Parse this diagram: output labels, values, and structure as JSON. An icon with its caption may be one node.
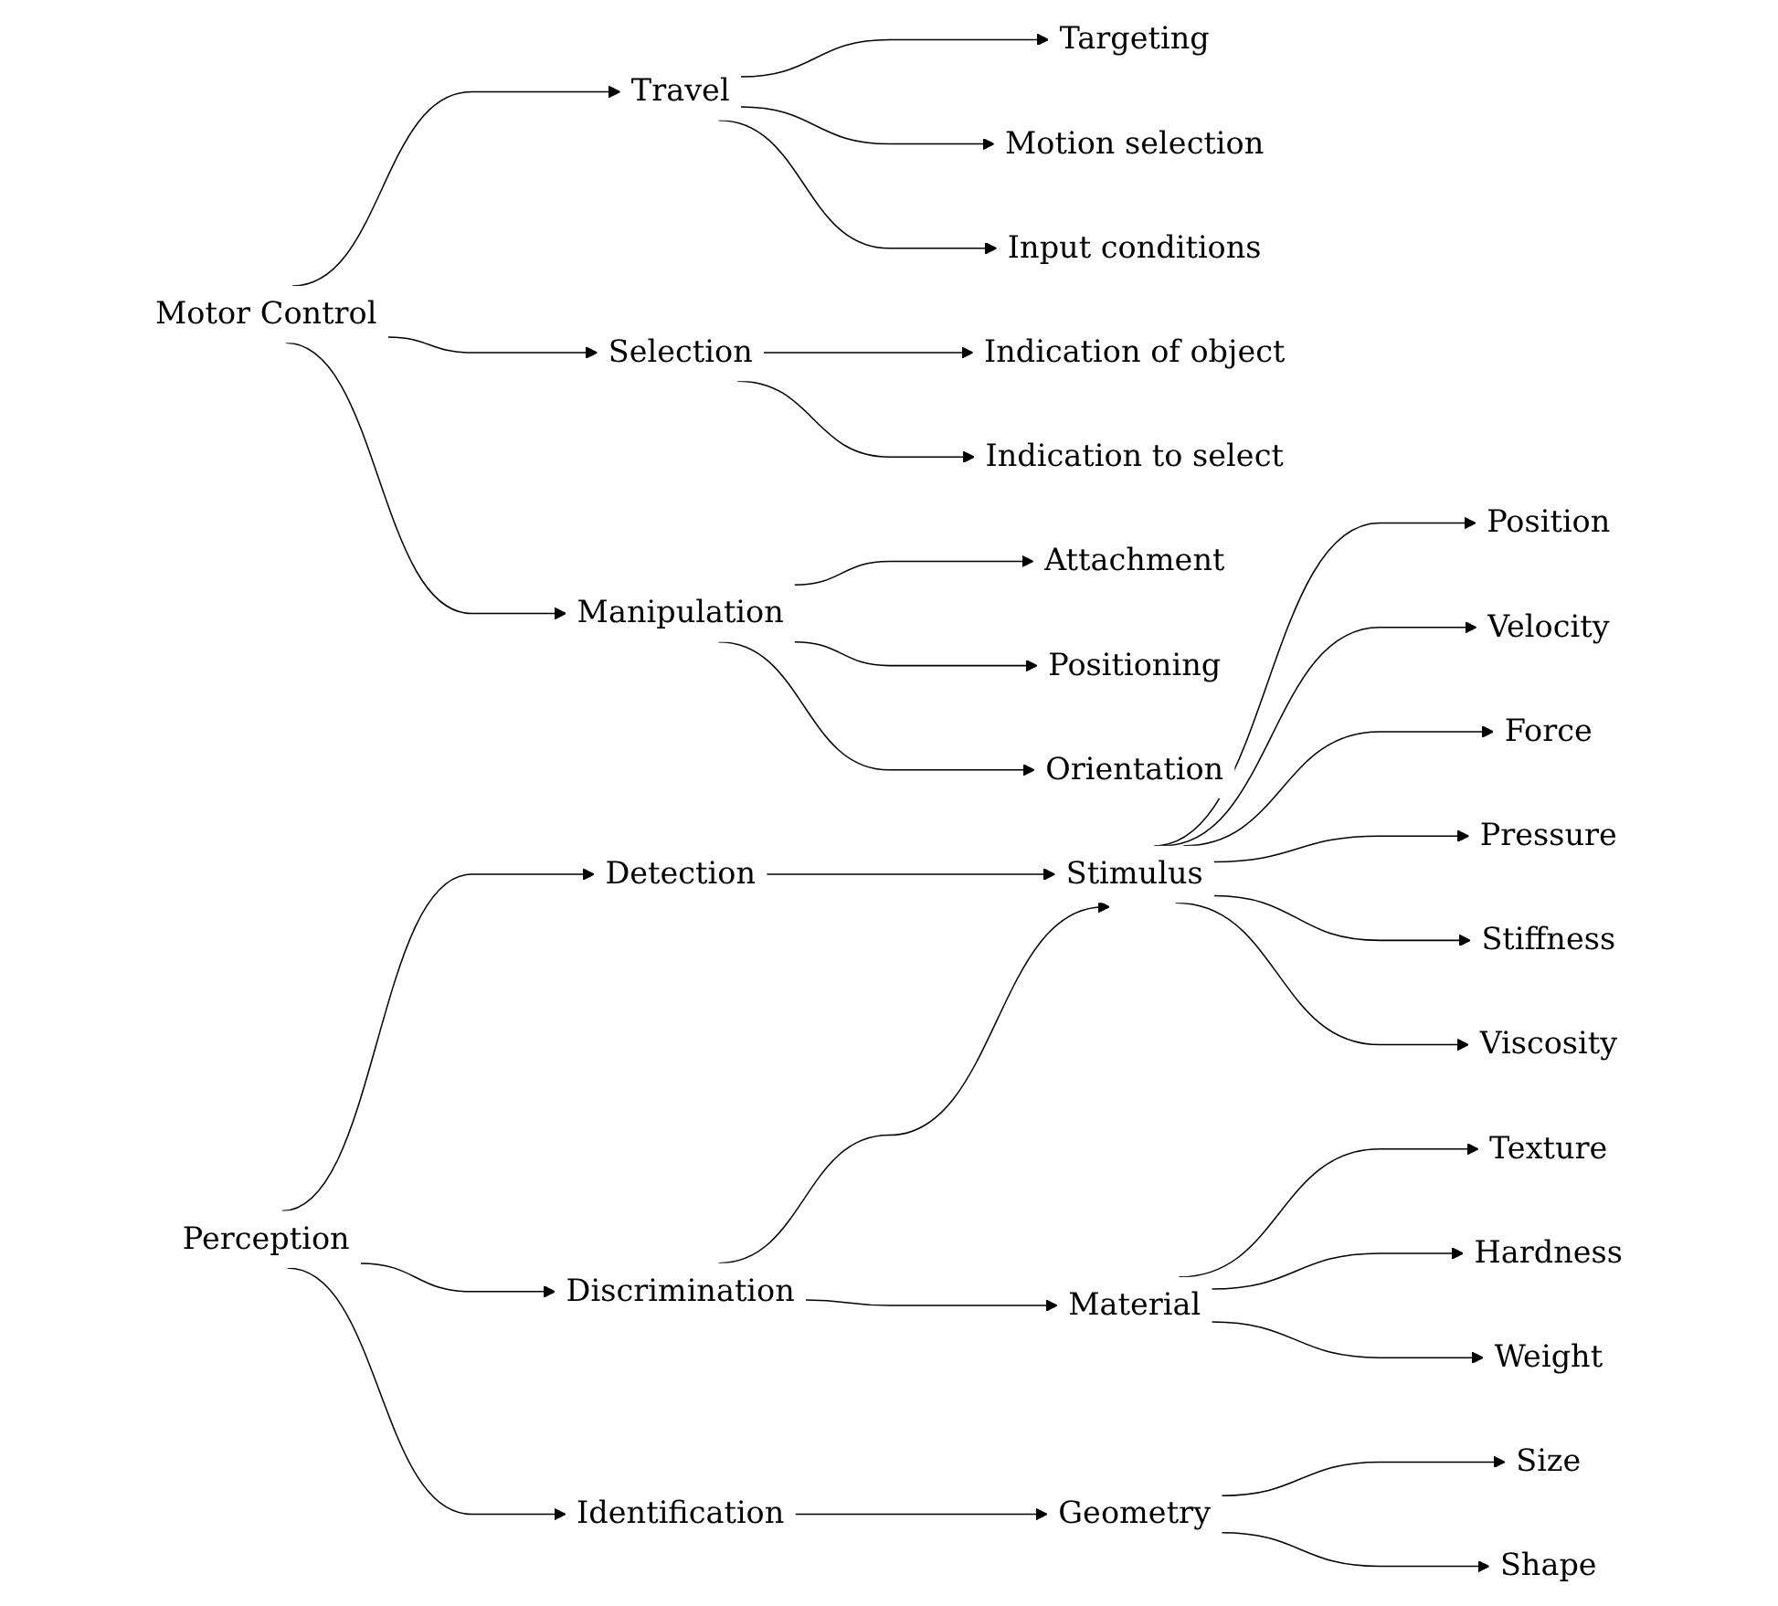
{
  "diagram": {
    "nodes": [
      {
        "text": [
          "Motor Control"
        ]
      },
      {
        "text": [
          "Travel"
        ]
      },
      {
        "text": [
          "Selection"
        ]
      },
      {
        "text": [
          "Manipulation"
        ]
      },
      {
        "text": [
          "Targeting"
        ]
      },
      {
        "text": [
          "Motion selection"
        ]
      },
      {
        "text": [
          "Input conditions"
        ]
      },
      {
        "text": [
          "Indication of object"
        ]
      },
      {
        "text": [
          "Indication to select"
        ]
      },
      {
        "text": [
          "Attachment"
        ]
      },
      {
        "text": [
          "Positioning"
        ]
      },
      {
        "text": [
          "Orientation"
        ]
      },
      {
        "text": [
          "Perception"
        ]
      },
      {
        "text": [
          "Detection"
        ]
      },
      {
        "text": [
          "Discrimination"
        ]
      },
      {
        "text": [
          "Identification"
        ]
      },
      {
        "text": [
          "Stimulus"
        ]
      },
      {
        "text": [
          "Material"
        ]
      },
      {
        "text": [
          "Geometry"
        ]
      },
      {
        "text": [
          "Position"
        ]
      },
      {
        "text": [
          "Velocity"
        ]
      },
      {
        "text": [
          "Force"
        ]
      },
      {
        "text": [
          "Pressure"
        ]
      },
      {
        "text": [
          "Stiffness"
        ]
      },
      {
        "text": [
          "Viscosity"
        ]
      },
      {
        "text": [
          "Texture"
        ]
      },
      {
        "text": [
          "Hardness"
        ]
      },
      {
        "text": [
          "Weight"
        ]
      },
      {
        "text": [
          "Size"
        ]
      },
      {
        "text": [
          "Shape"
        ]
      }
    ],
    "edges": [
      {
        "from": 0,
        "to": 1,
        "arrow": "to"
      },
      {
        "from": 0,
        "to": 2,
        "arrow": "to"
      },
      {
        "from": 0,
        "to": 3,
        "arrow": "to"
      },
      {
        "from": 1,
        "to": 4,
        "arrow": "to"
      },
      {
        "from": 1,
        "to": 5,
        "arrow": "to"
      },
      {
        "from": 1,
        "to": 6,
        "arrow": "to"
      },
      {
        "from": 2,
        "to": 7,
        "arrow": "to"
      },
      {
        "from": 2,
        "to": 8,
        "arrow": "to"
      },
      {
        "from": 3,
        "to": 9,
        "arrow": "to"
      },
      {
        "from": 3,
        "to": 10,
        "arrow": "to"
      },
      {
        "from": 3,
        "to": 11,
        "arrow": "to"
      },
      {
        "from": 12,
        "to": 13,
        "arrow": "to"
      },
      {
        "from": 12,
        "to": 14,
        "arrow": "to"
      },
      {
        "from": 12,
        "to": 15,
        "arrow": "to"
      },
      {
        "from": 13,
        "to": 16,
        "arrow": "to"
      },
      {
        "from": 14,
        "to": 16,
        "arrow": "to"
      },
      {
        "from": 14,
        "to": 17,
        "arrow": "to"
      },
      {
        "from": 15,
        "to": 18,
        "arrow": "to"
      },
      {
        "from": 16,
        "to": 19,
        "arrow": "to"
      },
      {
        "from": 16,
        "to": 20,
        "arrow": "to"
      },
      {
        "from": 16,
        "to": 21,
        "arrow": "to"
      },
      {
        "from": 16,
        "to": 22,
        "arrow": "to"
      },
      {
        "from": 16,
        "to": 23,
        "arrow": "to"
      },
      {
        "from": 16,
        "to": 24,
        "arrow": "to"
      },
      {
        "from": 17,
        "to": 25,
        "arrow": "to"
      },
      {
        "from": 17,
        "to": 26,
        "arrow": "to"
      },
      {
        "from": 17,
        "to": 27,
        "arrow": "to"
      },
      {
        "from": 18,
        "to": 28,
        "arrow": "to"
      },
      {
        "from": 18,
        "to": 29,
        "arrow": "to"
      }
    ]
  }
}
